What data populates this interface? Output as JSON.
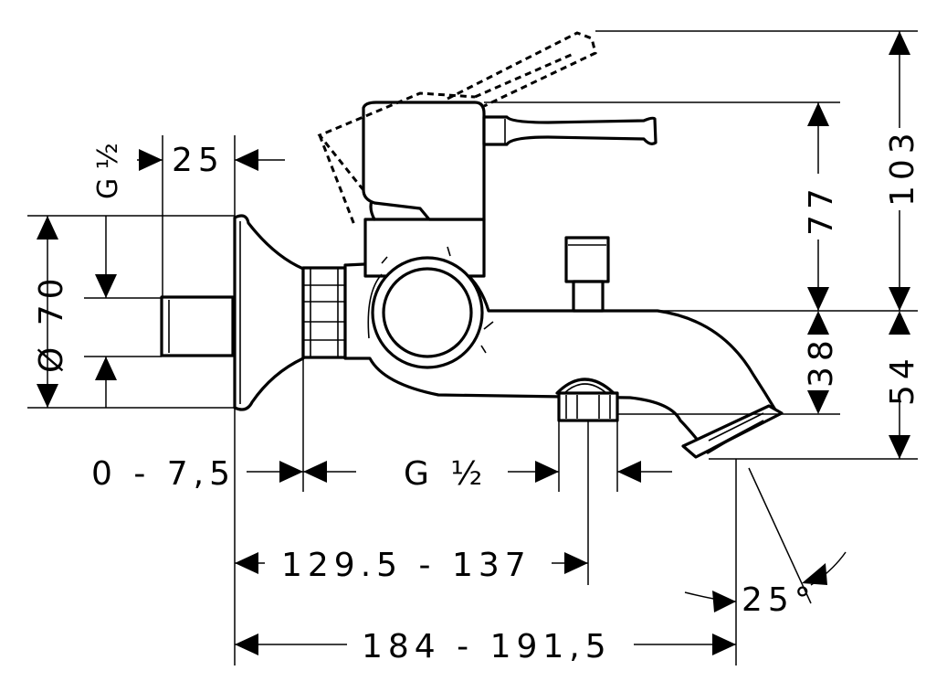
{
  "drawing": {
    "dimensions": {
      "connection_thread_vertical": "G ½",
      "connection_length": "25",
      "diameter_rosette": "Ø 70",
      "adjustment_range": "0 - 7,5",
      "hand_shower_thread": "G ½",
      "center_to_outlet": "129.5 - 137",
      "total_projection": "184 - 191,5",
      "height_lever_open": "103",
      "height_lever": "77",
      "height_spout": "38",
      "height_below_axis": "54",
      "spout_angle": "25°"
    }
  }
}
